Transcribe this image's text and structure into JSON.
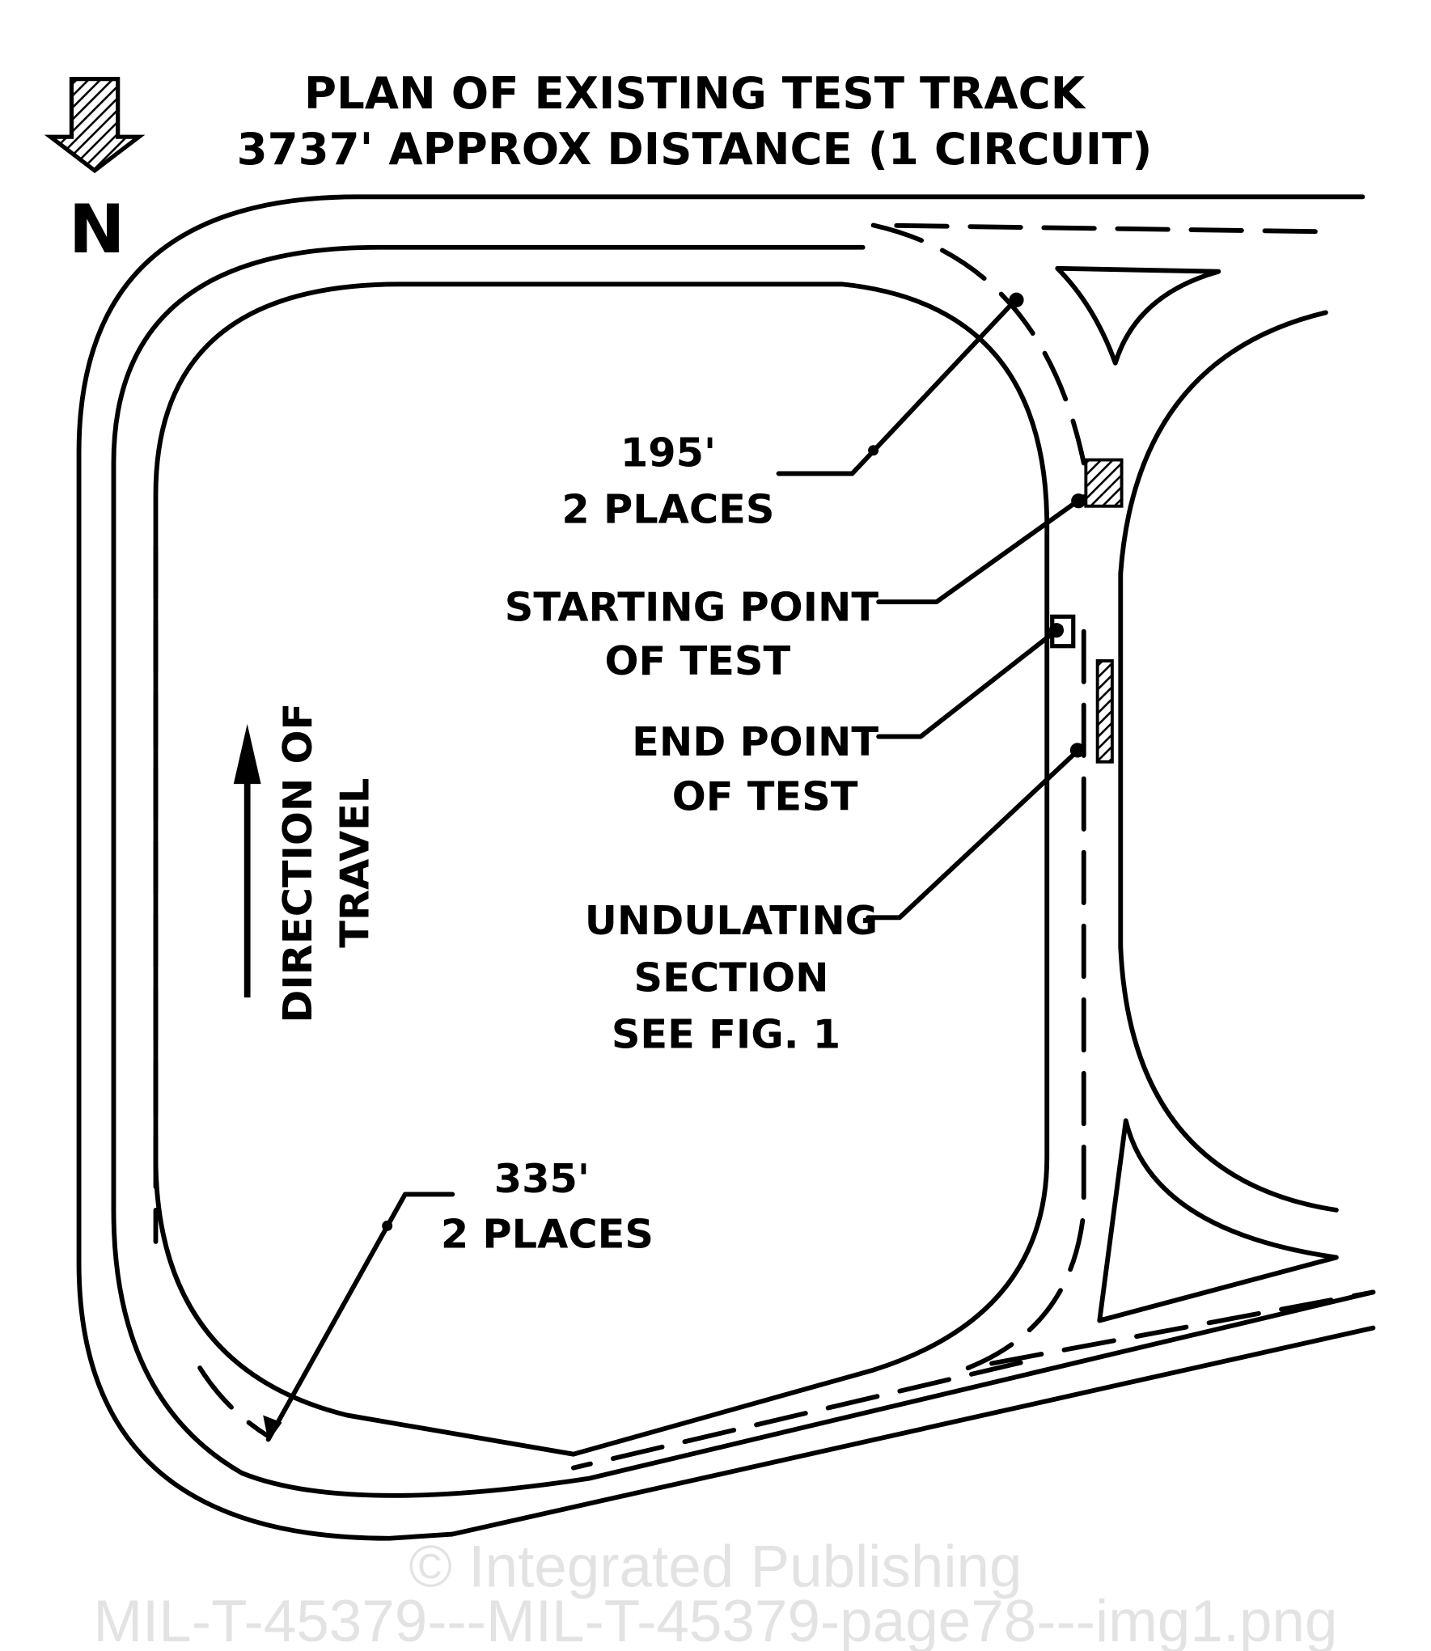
{
  "title": {
    "line1": "PLAN OF EXISTING TEST TRACK",
    "line2": "3737' APPROX DISTANCE (1 CIRCUIT)"
  },
  "north": {
    "label": "N"
  },
  "labels": {
    "curve_top_dim": "195'",
    "curve_top_places": "2 PLACES",
    "start_line1": "STARTING POINT",
    "start_line2": "OF TEST",
    "end_line1": "END POINT",
    "end_line2": "OF TEST",
    "undulating_line1": "UNDULATING",
    "undulating_line2": "SECTION",
    "undulating_line3": "SEE FIG. 1",
    "curve_bottom_dim": "335'",
    "curve_bottom_places": "2 PLACES",
    "direction_line1": "DIRECTION OF",
    "direction_line2": "TRAVEL"
  },
  "watermark": {
    "line1": "© Integrated Publishing",
    "line2": "MIL-T-45379---MIL-T-45379-page78---img1.png"
  }
}
